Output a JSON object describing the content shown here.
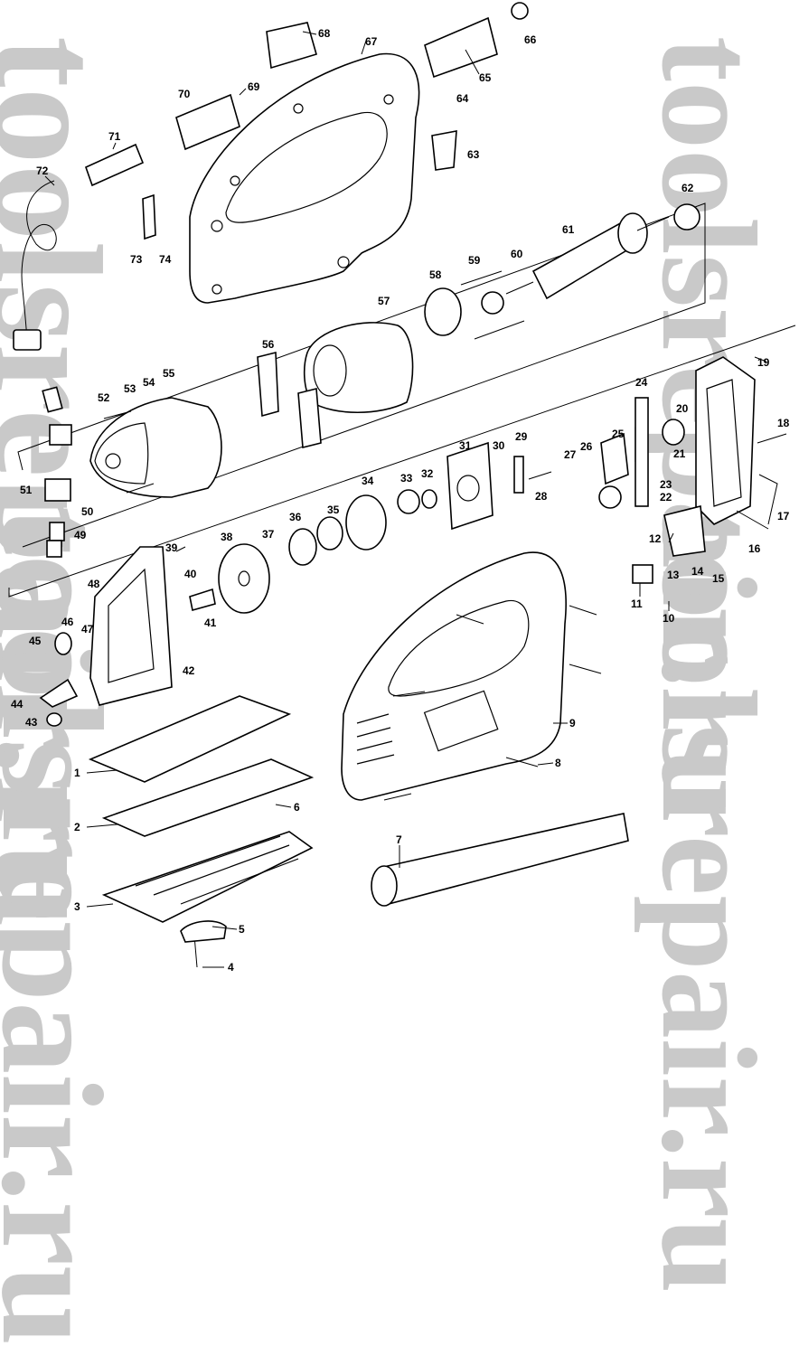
{
  "watermark": {
    "text": "toolsrepair.ru"
  },
  "callouts": [
    {
      "n": "1"
    },
    {
      "n": "2"
    },
    {
      "n": "3"
    },
    {
      "n": "4"
    },
    {
      "n": "5"
    },
    {
      "n": "6"
    },
    {
      "n": "7"
    },
    {
      "n": "8"
    },
    {
      "n": "9"
    },
    {
      "n": "10"
    },
    {
      "n": "11"
    },
    {
      "n": "12"
    },
    {
      "n": "13"
    },
    {
      "n": "14"
    },
    {
      "n": "15"
    },
    {
      "n": "16"
    },
    {
      "n": "17"
    },
    {
      "n": "18"
    },
    {
      "n": "19"
    },
    {
      "n": "20"
    },
    {
      "n": "21"
    },
    {
      "n": "22"
    },
    {
      "n": "23"
    },
    {
      "n": "24"
    },
    {
      "n": "25"
    },
    {
      "n": "26"
    },
    {
      "n": "27"
    },
    {
      "n": "28"
    },
    {
      "n": "29"
    },
    {
      "n": "30"
    },
    {
      "n": "31"
    },
    {
      "n": "32"
    },
    {
      "n": "33"
    },
    {
      "n": "34"
    },
    {
      "n": "35"
    },
    {
      "n": "36"
    },
    {
      "n": "37"
    },
    {
      "n": "38"
    },
    {
      "n": "39"
    },
    {
      "n": "40"
    },
    {
      "n": "41"
    },
    {
      "n": "42"
    },
    {
      "n": "43"
    },
    {
      "n": "44"
    },
    {
      "n": "45"
    },
    {
      "n": "46"
    },
    {
      "n": "47"
    },
    {
      "n": "48"
    },
    {
      "n": "49"
    },
    {
      "n": "50"
    },
    {
      "n": "51"
    },
    {
      "n": "52"
    },
    {
      "n": "53"
    },
    {
      "n": "54"
    },
    {
      "n": "55"
    },
    {
      "n": "56"
    },
    {
      "n": "57"
    },
    {
      "n": "58"
    },
    {
      "n": "59"
    },
    {
      "n": "60"
    },
    {
      "n": "61"
    },
    {
      "n": "62"
    },
    {
      "n": "63"
    },
    {
      "n": "64"
    },
    {
      "n": "65"
    },
    {
      "n": "66"
    },
    {
      "n": "67"
    },
    {
      "n": "68"
    },
    {
      "n": "69"
    },
    {
      "n": "70"
    },
    {
      "n": "71"
    },
    {
      "n": "72"
    },
    {
      "n": "73"
    },
    {
      "n": "74"
    }
  ]
}
